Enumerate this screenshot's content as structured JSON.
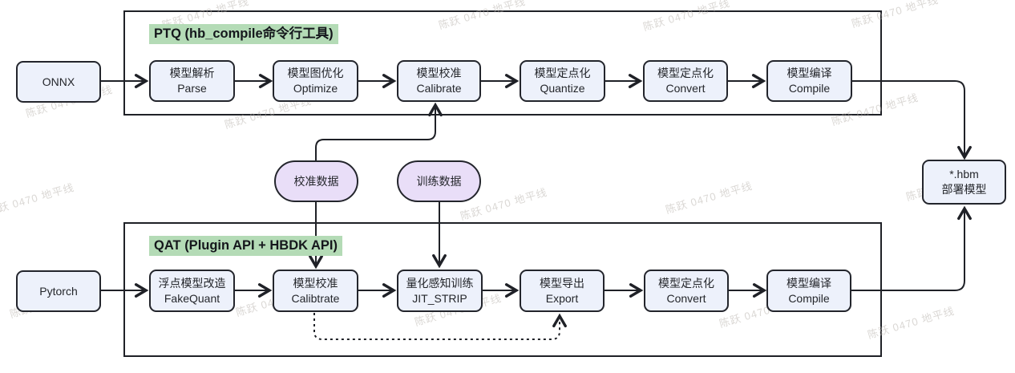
{
  "watermark": {
    "text": "陈跃 0470 地平线"
  },
  "colors": {
    "node_fill": "#edf1fb",
    "data_node_fill": "#e9def8",
    "title_highlight": "#b4dbb6",
    "line": "#1f2127",
    "background": "#ffffff"
  },
  "sources": {
    "onnx": {
      "label": "ONNX"
    },
    "pytorch": {
      "label": "Pytorch"
    }
  },
  "output_node": {
    "line1": "*.hbm",
    "line2": "部署模型"
  },
  "data_nodes": {
    "calibration": {
      "label": "校准数据"
    },
    "training": {
      "label": "训练数据"
    }
  },
  "ptq": {
    "title": "PTQ (hb_compile命令行工具)",
    "steps": [
      {
        "cn": "模型解析",
        "en": "Parse"
      },
      {
        "cn": "模型图优化",
        "en": "Optimize"
      },
      {
        "cn": "模型校准",
        "en": "Calibrate"
      },
      {
        "cn": "模型定点化",
        "en": "Quantize"
      },
      {
        "cn": "模型定点化",
        "en": "Convert"
      },
      {
        "cn": "模型编译",
        "en": "Compile"
      }
    ]
  },
  "qat": {
    "title": "QAT (Plugin API + HBDK API)",
    "steps": [
      {
        "cn": "浮点模型改造",
        "en": "FakeQuant"
      },
      {
        "cn": "模型校准",
        "en": "Calibtrate"
      },
      {
        "cn": "量化感知训练",
        "en": "JIT_STRIP"
      },
      {
        "cn": "模型导出",
        "en": "Export"
      },
      {
        "cn": "模型定点化",
        "en": "Convert"
      },
      {
        "cn": "模型编译",
        "en": "Compile"
      }
    ]
  }
}
